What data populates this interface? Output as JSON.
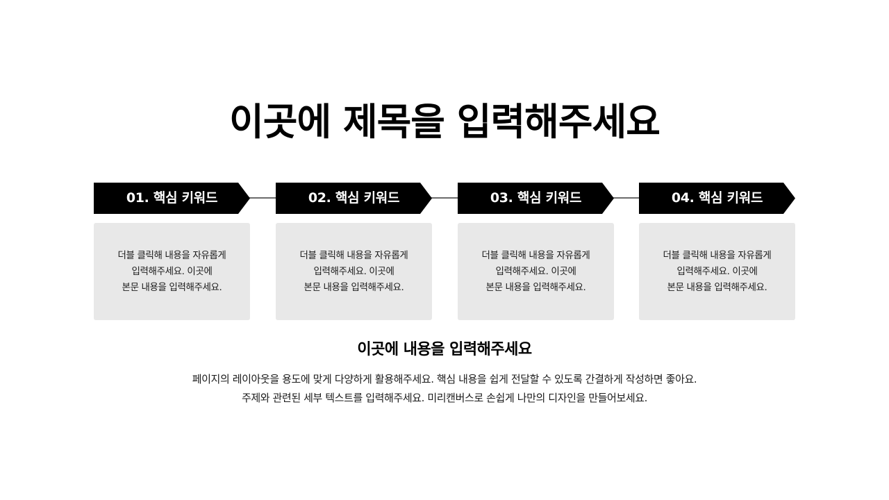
{
  "title": "이곳에 제목을 입력해주세요",
  "steps": [
    {
      "label": "01. 핵심 키워드",
      "text_lines": [
        "더블 클릭해 내용을 자유롭게",
        "입력해주세요. 이곳에",
        "본문 내용을 입력해주세요."
      ]
    },
    {
      "label": "02. 핵심 키워드",
      "text_lines": [
        "더블 클릭해 내용을 자유롭게",
        "입력해주세요. 이곳에",
        "본문 내용을 입력해주세요."
      ]
    },
    {
      "label": "03. 핵심 키워드",
      "text_lines": [
        "더블 클릭해 내용을 자유롭게",
        "입력해주세요. 이곳에",
        "본문 내용을 입력해주세요."
      ]
    },
    {
      "label": "04. 핵심 키워드",
      "text_lines": [
        "더블 클릭해 내용을 자유롭게",
        "입력해주세요. 이곳에",
        "본문 내용을 입력해주세요."
      ]
    }
  ],
  "subtitle": "이곳에 내용을 입력해주세요",
  "body": [
    "페이지의 레이아웃을 용도에 맞게 다양하게 활용해주세요. 핵심 내용을 쉽게 전달할 수 있도록 간결하게 작성하면 좋아요.",
    "주제와 관련된 세부 텍스트를 입력해주세요. 미리캔버스로 손쉽게 나만의 디자인을 만들어보세요."
  ],
  "colors": {
    "accent": "#000000",
    "card_bg": "#e8e8e8",
    "connector": "#6b6b6b"
  }
}
